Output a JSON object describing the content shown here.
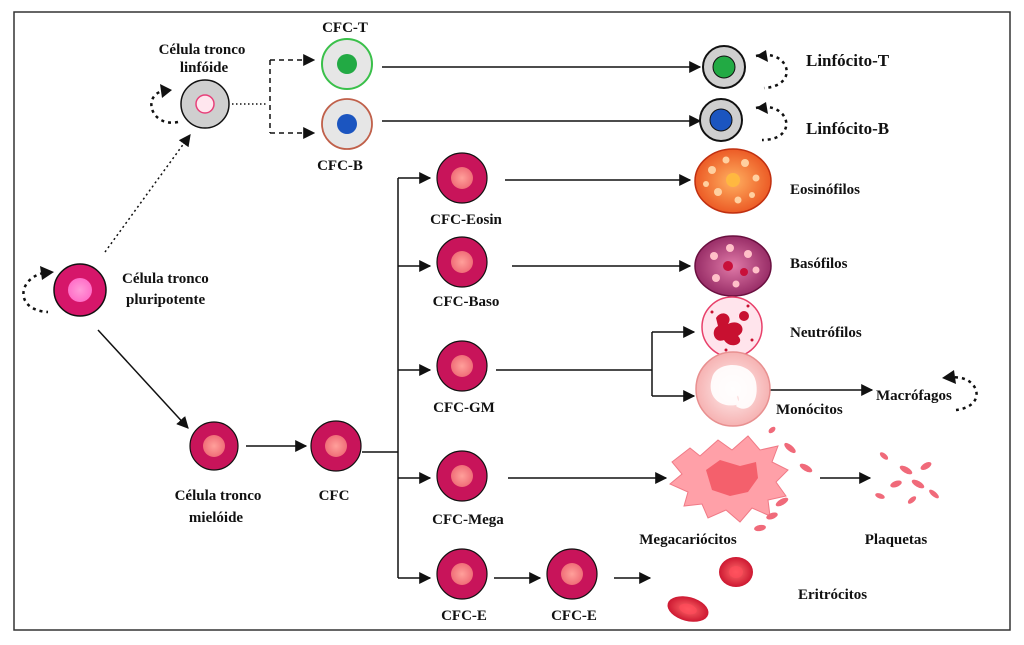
{
  "labels": {
    "linfoide_1": "Célula tronco",
    "linfoide_2": "linfóide",
    "cfc_t": "CFC-T",
    "cfc_b": "CFC-B",
    "linfocito_t": "Linfócito-T",
    "linfocito_b": "Linfócito-B",
    "pluri_1": "Célula tronco",
    "pluri_2": "pluripotente",
    "mieloide_1": "Célula tronco",
    "mieloide_2": "mielóide",
    "cfc": "CFC",
    "cfc_eosin": "CFC-Eosin",
    "cfc_baso": "CFC-Baso",
    "cfc_gm": "CFC-GM",
    "cfc_mega": "CFC-Mega",
    "cfc_e1": "CFC-E",
    "cfc_e2": "CFC-E",
    "eosinofilos": "Eosinófilos",
    "basofilos": "Basófilos",
    "neutrofilos": "Neutrófilos",
    "monocitos": "Monócitos",
    "macrofagos": "Macrófagos",
    "megacariocitos": "Megacariócitos",
    "plaquetas": "Plaquetas",
    "eritrocitos": "Eritrócitos"
  },
  "colors": {
    "stem_outer": "#c8145a",
    "stem_inner": "#ff8fd0",
    "myeloid_outer": "#c8145a",
    "myeloid_inner": "#f58a86",
    "lymph_gray": "#cfcfcf",
    "cfc_t_nucleus": "#22aa44",
    "cfc_b_nucleus": "#1b55c0",
    "eosin_fill": "#ff7a30",
    "baso_fill": "#b03a7a",
    "platelet": "#f06a7a",
    "rbc": "#e0283c"
  }
}
